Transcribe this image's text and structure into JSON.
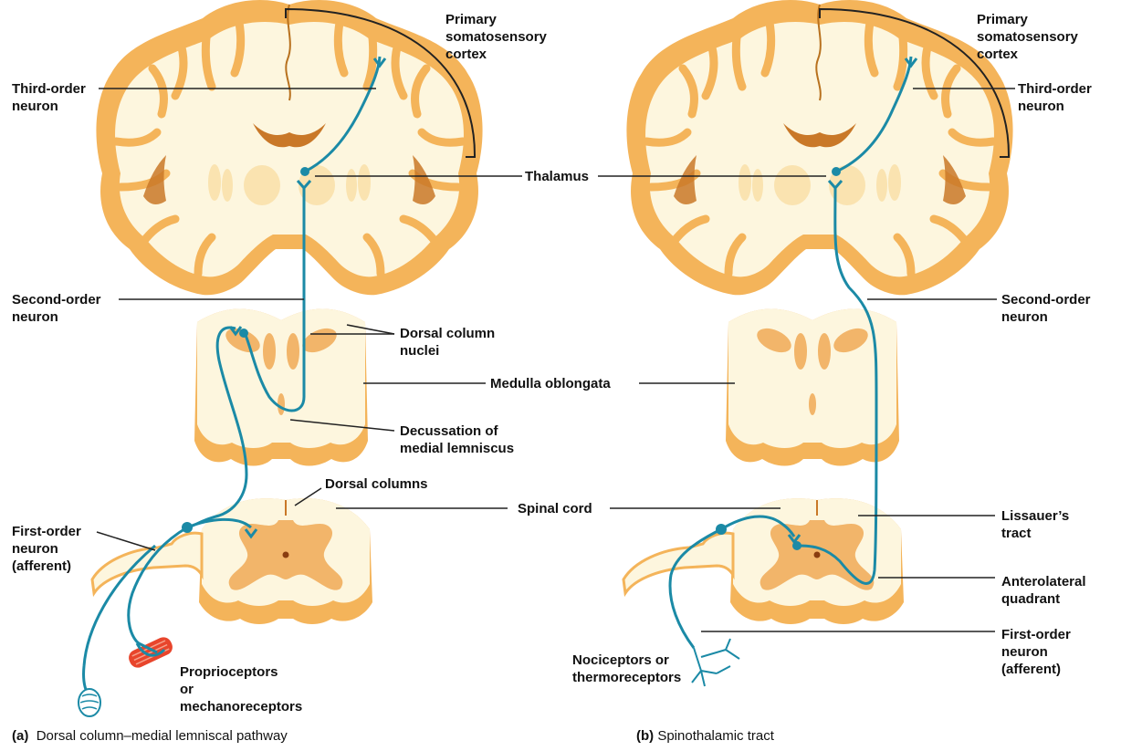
{
  "colors": {
    "tissue_outer": "#f4b45a",
    "tissue_light": "#fdf6de",
    "grey_matter": "#f2b56a",
    "edge_shadow": "#e8962e",
    "pathway": "#1b8aa6",
    "receptor": "#e8452c",
    "leader": "#222222"
  },
  "panel_a": {
    "caption_letter": "(a)",
    "caption_title": "Dorsal column–medial lemniscal pathway",
    "labels": {
      "primary_cortex": "Primary\nsomatosensory\ncortex",
      "third_order": "Third-order\nneuron",
      "second_order": "Second-order\nneuron",
      "dorsal_column_nuclei": "Dorsal column\nnuclei",
      "decussation": "Decussation of\nmedial lemniscus",
      "dorsal_columns": "Dorsal columns",
      "first_order": "First-order\nneuron\n(afferent)",
      "receptors": "Proprioceptors\nor\nmechanoreceptors"
    }
  },
  "shared_labels": {
    "thalamus": "Thalamus",
    "medulla": "Medulla oblongata",
    "spinal_cord": "Spinal cord"
  },
  "panel_b": {
    "caption_letter": "(b)",
    "caption_title": "Spinothalamic tract",
    "labels": {
      "primary_cortex": "Primary\nsomatosensory\ncortex",
      "third_order": "Third-order\nneuron",
      "second_order": "Second-order\nneuron",
      "lissauers": "Lissauer’s\ntract",
      "anterolateral": "Anterolateral\nquadrant",
      "first_order": "First-order\nneuron\n(afferent)",
      "receptors": "Nociceptors or\nthermoreceptors"
    }
  }
}
